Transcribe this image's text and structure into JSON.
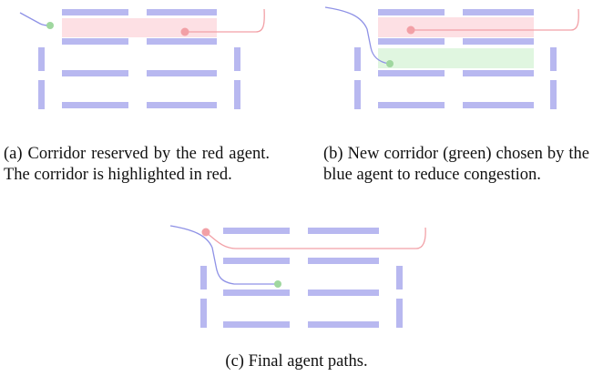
{
  "figure": {
    "panels": [
      {
        "id": "a",
        "caption": "(a) Corridor reserved by the red agent. The corridor is highlighted in red.",
        "agents": [
          "red",
          "blue"
        ],
        "highlighted_corridors": [
          "red"
        ]
      },
      {
        "id": "b",
        "caption": "(b) New corridor (green) chosen by the blue agent to reduce congestion.",
        "agents": [
          "red",
          "blue"
        ],
        "highlighted_corridors": [
          "red",
          "green"
        ]
      },
      {
        "id": "c",
        "caption": "(c) Final agent paths.",
        "agents": [
          "red",
          "blue"
        ],
        "highlighted_corridors": []
      }
    ],
    "colors": {
      "shelf": "#b8b8f0",
      "red_agent": "#f2a0a6",
      "blue_agent": "#8f92e6",
      "green_goal": "#9fd79f",
      "red_corridor": "#fde0e4",
      "green_corridor": "#e0f6e0"
    }
  }
}
